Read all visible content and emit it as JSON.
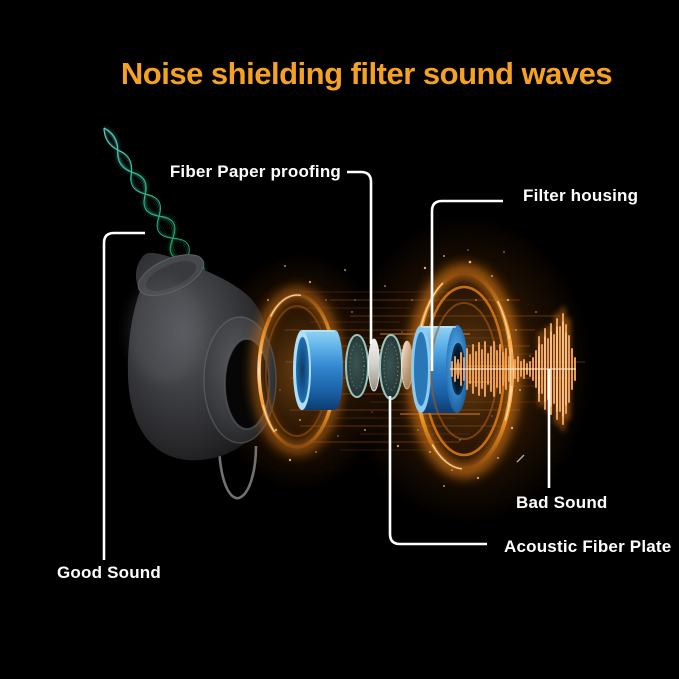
{
  "title": {
    "text": "Noise shielding filter sound waves",
    "color": "#F5A124"
  },
  "callouts": {
    "fiber_paper_proofing": {
      "label": "Fiber Paper proofing"
    },
    "filter_housing": {
      "label": "Filter housing"
    },
    "good_sound": {
      "label": "Good Sound"
    },
    "bad_sound": {
      "label": "Bad Sound"
    },
    "acoustic_fiber_plate": {
      "label": "Acoustic Fiber Plate"
    }
  },
  "colors": {
    "background": "#000000",
    "title_orange": "#F5A124",
    "glow_orange": "#E8821A",
    "component_blue": "#2E7FC4",
    "good_wave_green": "#2FAE72",
    "label_white": "#FFFFFF"
  }
}
